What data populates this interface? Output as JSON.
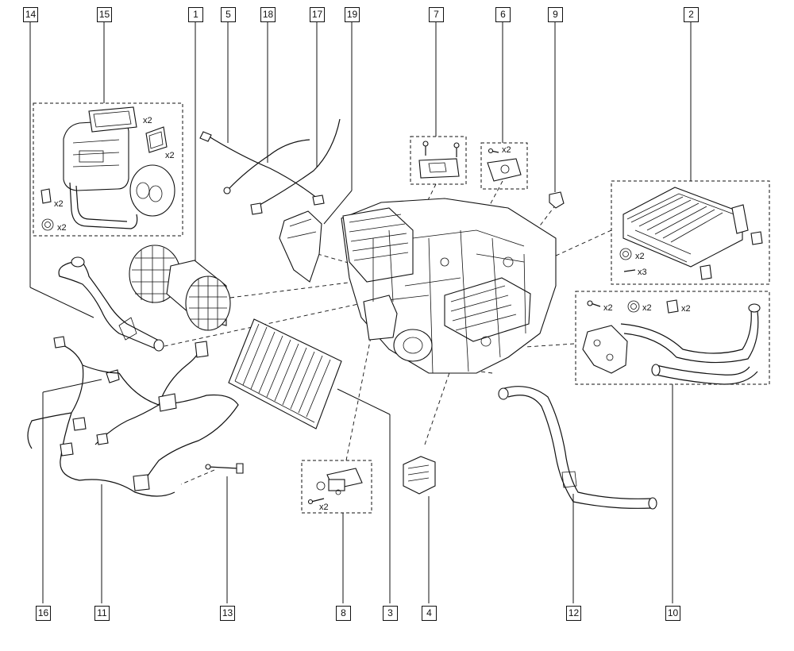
{
  "callouts": {
    "c14": "14",
    "c15": "15",
    "c1": "1",
    "c5": "5",
    "c18": "18",
    "c17": "17",
    "c19": "19",
    "c7": "7",
    "c6": "6",
    "c9": "9",
    "c2": "2",
    "c16": "16",
    "c11": "11",
    "c13": "13",
    "c8": "8",
    "c3": "3",
    "c4": "4",
    "c12": "12",
    "c10": "10"
  },
  "quantities": {
    "q15_gasket": "x2",
    "q15_seal": "x2",
    "q15_clip": "x2",
    "q15_ring": "x2",
    "q6_screw": "x2",
    "q2_ring": "x2",
    "q2_screw": "x3",
    "q10_screw": "x2",
    "q10_ring": "x2",
    "q10_clip": "x2",
    "q8_screw": "x2"
  }
}
